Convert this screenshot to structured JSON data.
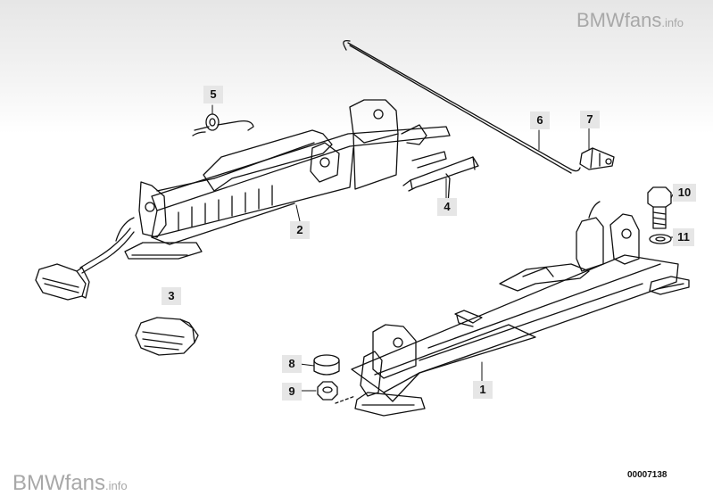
{
  "watermark": {
    "brand": "BMWfans",
    "suffix": ".info"
  },
  "callouts": [
    {
      "key": "c1",
      "label": "1"
    },
    {
      "key": "c2",
      "label": "2"
    },
    {
      "key": "c3",
      "label": "3"
    },
    {
      "key": "c4",
      "label": "4"
    },
    {
      "key": "c5",
      "label": "5"
    },
    {
      "key": "c6",
      "label": "6"
    },
    {
      "key": "c7",
      "label": "7"
    },
    {
      "key": "c8",
      "label": "8"
    },
    {
      "key": "c9",
      "label": "9"
    },
    {
      "key": "c10",
      "label": "10"
    },
    {
      "key": "c11",
      "label": "11"
    }
  ],
  "diagram_number": "00007138",
  "colors": {
    "line": "#111111",
    "callout_background": "#e6e6e6",
    "watermark": "#a8a8a8"
  }
}
